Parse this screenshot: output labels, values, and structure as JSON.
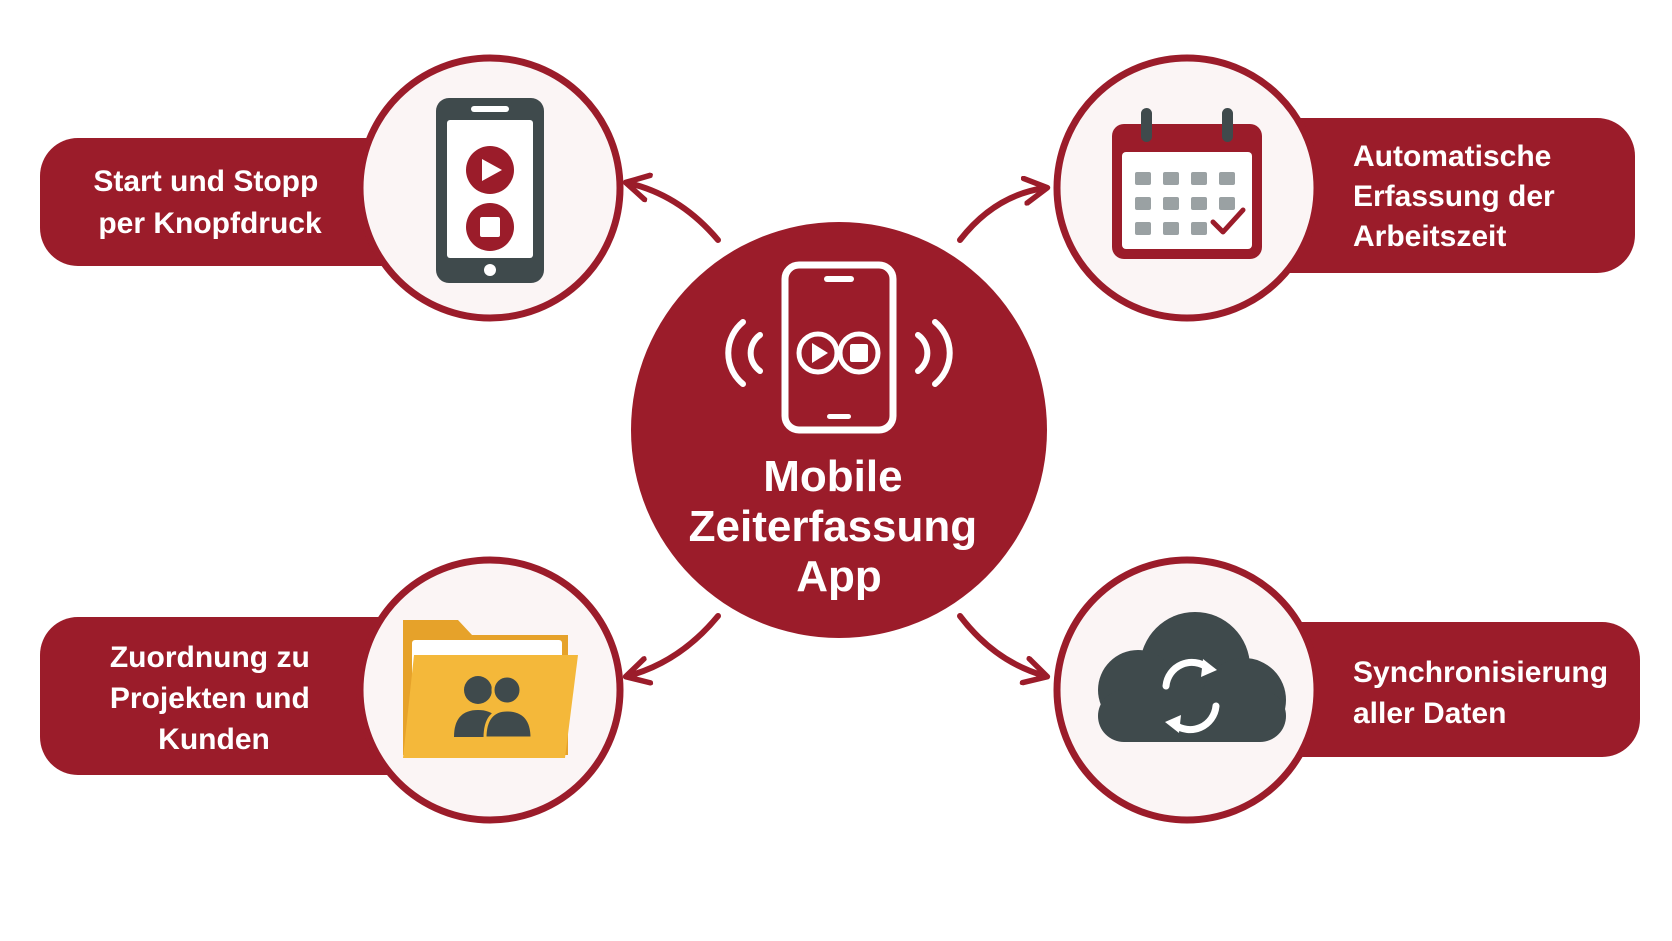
{
  "colors": {
    "brand": "#9b1c2a",
    "icon_dark": "#3f4a4c",
    "circle_fill": "#fbf5f5",
    "folder": "#f4b83a",
    "white": "#ffffff"
  },
  "center": {
    "title_lines": [
      "Mobile",
      "Zeiterfassung",
      "App"
    ],
    "icon": "smartphone-play-stop-icon"
  },
  "features": [
    {
      "id": "start-stop",
      "lines": [
        "Start und Stopp",
        "per Knopfdruck"
      ],
      "icon": "smartphone-icon"
    },
    {
      "id": "automatic-tracking",
      "lines": [
        "Automatische",
        "Erfassung der",
        "Arbeitszeit"
      ],
      "icon": "calendar-icon"
    },
    {
      "id": "assignment",
      "lines": [
        "Zuordnung zu",
        "Projekten und",
        "Kunden"
      ],
      "icon": "folder-users-icon"
    },
    {
      "id": "sync",
      "lines": [
        "Synchronisierung",
        "aller Daten"
      ],
      "icon": "cloud-sync-icon"
    }
  ]
}
